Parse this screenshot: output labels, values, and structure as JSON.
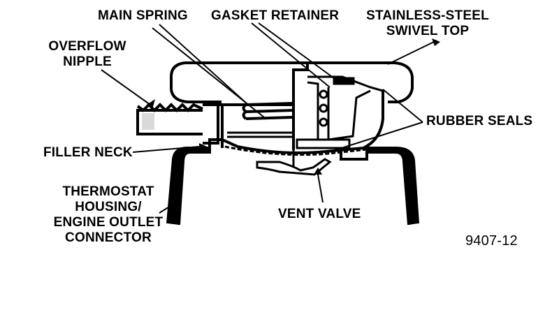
{
  "labels": {
    "main_spring": "MAIN SPRING",
    "gasket_retainer": "GASKET RETAINER",
    "swivel_top": [
      "STAINLESS-STEEL",
      "SWIVEL TOP"
    ],
    "overflow_nipple": [
      "OVERFLOW",
      "NIPPLE"
    ],
    "rubber_seals": "RUBBER SEALS",
    "filler_neck": "FILLER NECK",
    "thermostat_housing": [
      "THERMOSTAT",
      "HOUSING/",
      "ENGINE OUTLET",
      "CONNECTOR"
    ],
    "vent_valve": "VENT VALVE",
    "figure_number": "9407-12"
  },
  "colors": {
    "ink": "#000000",
    "paper": "#ffffff"
  }
}
